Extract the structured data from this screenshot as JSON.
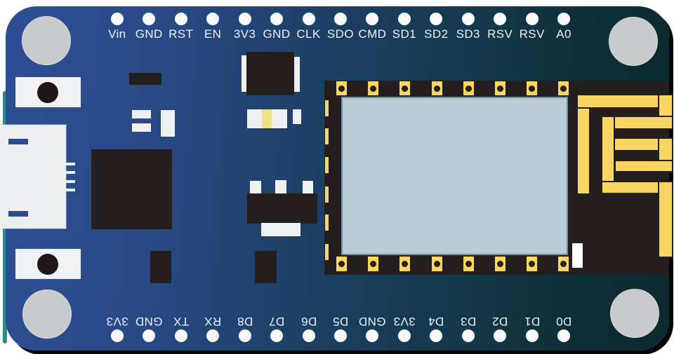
{
  "pins": {
    "top": [
      "Vin",
      "GND",
      "RST",
      "EN",
      "3V3",
      "GND",
      "CLK",
      "SDO",
      "CMD",
      "SD1",
      "SD2",
      "SD3",
      "RSV",
      "RSV",
      "A0"
    ],
    "bottom": [
      "3V3",
      "GND",
      "TX",
      "RX",
      "D8",
      "D7",
      "D6",
      "D5",
      "GND",
      "3V3",
      "D4",
      "D3",
      "D2",
      "D1",
      "D0"
    ]
  },
  "colors": {
    "board_left": "#2d4e95",
    "board_mid": "#1c3f63",
    "board_right": "#0c2a2c",
    "pad_yellow": "#f8d661",
    "module_black": "#241e1e",
    "shield": "#bacdd6",
    "shield_border": "#71909c",
    "component_black": "#241e1e",
    "component_white": "#eff0f1",
    "hole_white": "#f7f9fa",
    "mount_gray": "#c8cacc",
    "label": "#edf1f7",
    "led_yellow": "#ece183",
    "usb_notch_blue": "#2a4b8f",
    "edge_teal": "#2a8c84"
  }
}
